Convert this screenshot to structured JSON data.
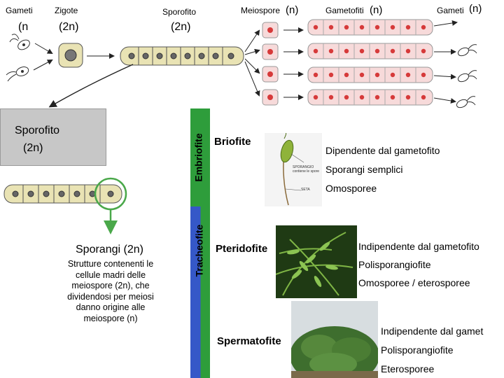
{
  "top_labels": {
    "gameti": "Gameti",
    "n_left": "(n",
    "zigote": "Zigote",
    "zigote_ploidy": "(2n)",
    "sporofito": "Sporofito",
    "sporofito_ploidy": "(2n)",
    "meiospore": "Meiospore",
    "meiospore_ploidy": "(n)",
    "gametofiti": "Gametofiti",
    "gametofiti_ploidy": "(n)",
    "gameti_right": "Gameti",
    "gameti_right_ploidy": "(n)"
  },
  "sporofito_box": {
    "title": "Sporofito",
    "ploidy": "(2n)"
  },
  "sporangi": {
    "title": "Sporangi (2n)",
    "lines": [
      "Strutture contenenti le",
      "cellule madri delle",
      "meiospore (2n), che",
      "dividendosi per meiosi",
      "danno origine alle",
      "meiospore (n)"
    ]
  },
  "bars": {
    "embriofite": "Embriofite",
    "tracheofite": "Tracheofite"
  },
  "groups": [
    {
      "name": "Briofite",
      "traits": [
        "Dipendente dal gametofito",
        "Sporangi semplici",
        "Omosporee"
      ]
    },
    {
      "name": "Pteridofite",
      "traits": [
        "Indipendente dal gametofito",
        "Polisporangiofite",
        "Omosporee / eterosporee"
      ]
    },
    {
      "name": "Spermatofite",
      "traits": [
        "Indipendente dal gamet",
        "Polisporangiofite",
        "Eterosporee"
      ]
    }
  ],
  "moss_caption": {
    "line1": "SPORANGIO",
    "line2": "contiene le spore",
    "line3": "SETA"
  },
  "colors": {
    "cell_fill": "#f7dada",
    "nucleus": "#d63a3a",
    "sporophyte_cell": "#e9e3b4",
    "bar_green": "#2e9d3b",
    "bar_blue": "#3558c8"
  }
}
